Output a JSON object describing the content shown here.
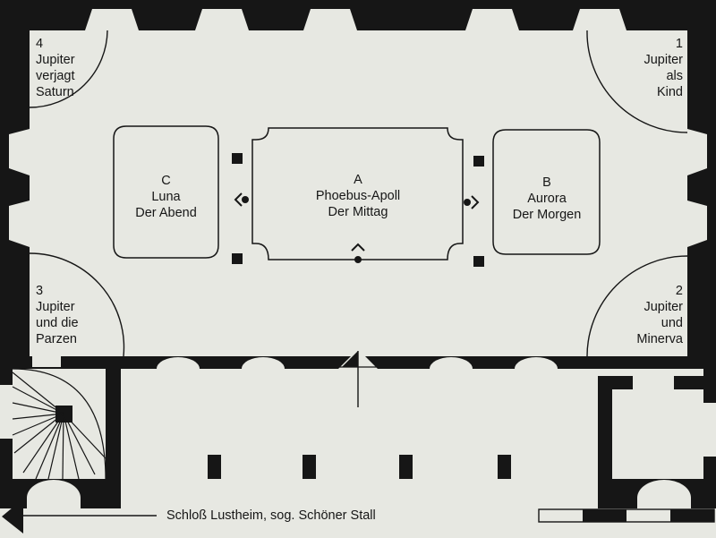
{
  "corners": {
    "c4": {
      "num": "4",
      "lines": [
        "Jupiter",
        "verjagt",
        "Saturn"
      ]
    },
    "c1": {
      "num": "1",
      "lines": [
        "Jupiter",
        "als",
        "Kind"
      ]
    },
    "c3": {
      "num": "3",
      "lines": [
        "Jupiter",
        "und die",
        "Parzen"
      ]
    },
    "c2": {
      "num": "2",
      "lines": [
        "Jupiter",
        "und",
        "Minerva"
      ]
    }
  },
  "panels": {
    "a": {
      "letter": "A",
      "lines": [
        "Phoebus-Apoll",
        "Der Mittag"
      ]
    },
    "b": {
      "letter": "B",
      "lines": [
        "Aurora",
        "Der Morgen"
      ]
    },
    "c": {
      "letter": "C",
      "lines": [
        "Luna",
        "Der Abend"
      ]
    }
  },
  "caption": "Schloß Lustheim, sog. Schöner Stall",
  "colors": {
    "paper": "#e7e8e2",
    "ink": "#161616"
  }
}
